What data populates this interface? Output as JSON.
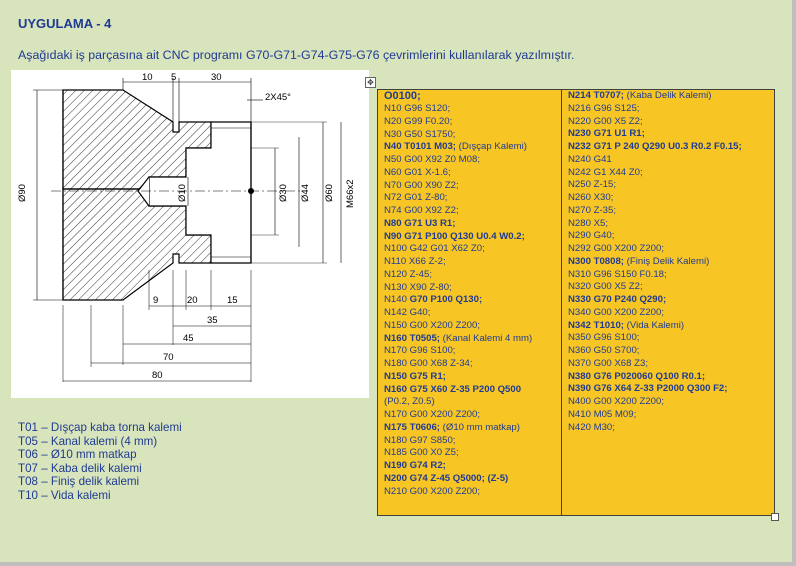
{
  "title": "UYGULAMA - 4",
  "subtitle": "Aşağıdaki iş parçasına ait CNC programı G70-G71-G74-G75-G76 çevrimlerini kullanılarak yazılmıştır.",
  "drawing": {
    "dims_top": [
      "10",
      "5",
      "30"
    ],
    "chamfer": "2X45°",
    "dims_vertical": [
      "Ø90",
      "Ø10",
      "Ø30",
      "Ø44",
      "Ø60",
      "M66x2"
    ],
    "dims_bottom": [
      "9",
      "20",
      "15",
      "35",
      "45",
      "70",
      "80"
    ]
  },
  "tools": [
    "T01 – Dışçap kaba torna kalemi",
    "T05 – Kanal kalemi (4 mm)",
    "T06 – Ø10 mm matkap",
    "T07 – Kaba delik kalemi",
    "T08 – Finiş delik kalemi",
    "T10 – Vida kalemi"
  ],
  "program_col1": [
    {
      "t": "O0100;",
      "b": true,
      "first": true
    },
    {
      "t": "N10 G96 S120;"
    },
    {
      "t": "N20 G99 F0.20;"
    },
    {
      "t": "N30 G50 S1750;"
    },
    {
      "t": "N40 T0101 M03;",
      "b": true,
      "c": " (Dışçap Kalemi)"
    },
    {
      "t": "N50 G00 X92 Z0 M08;"
    },
    {
      "t": "N60 G01 X-1.6;"
    },
    {
      "t": "N70 G00 X90 Z2;"
    },
    {
      "t": "N72 G01 Z-80;"
    },
    {
      "t": "N74 G00 X92 Z2;"
    },
    {
      "t": "N80 G71 U3 R1;",
      "b": true
    },
    {
      "t": "N90 G71 P100 Q130 U0.4 W0.2;",
      "b": true
    },
    {
      "t": "N100 G42 G01 X62 Z0;"
    },
    {
      "t": "N110 X66 Z-2;"
    },
    {
      "t": "N120 Z-45;"
    },
    {
      "t": "N130 X90 Z-80;"
    },
    {
      "t": "N140 ",
      "bt": "G70 P100 Q130;"
    },
    {
      "t": "N142 G40;"
    },
    {
      "t": "N150 G00 X200 Z200;"
    },
    {
      "t": "N160 T0505;",
      "b": true,
      "c": " (Kanal Kalemi 4 mm)"
    },
    {
      "t": "N170 G96 S100;"
    },
    {
      "t": "N180 G00 X68 Z-34;"
    },
    {
      "t": "N150 G75 R1;",
      "b": true
    },
    {
      "t": "N160  G75 X60 Z-35 P200  Q500",
      "b": true
    },
    {
      "t": "(P0.2, Z0.5)"
    },
    {
      "t": "N170 G00 X200 Z200;"
    },
    {
      "t": "N175 T0606;",
      "b": true,
      "c": " (Ø10 mm matkap)"
    },
    {
      "t": "N180 G97 S850;"
    },
    {
      "t": "N185 G00 X0 Z5;"
    },
    {
      "t": "N190 G74 R2;",
      "b": true
    },
    {
      "t": "N200 G74 Z-45 Q5000; (Z-5)",
      "b": true
    },
    {
      "t": "N210 G00 X200 Z200;"
    }
  ],
  "program_col2": [
    {
      "t": "N214 T0707;",
      "b": true,
      "c": " (Kaba Delik Kalemi)"
    },
    {
      "t": "N216 G96 S125;"
    },
    {
      "t": "N220 G00 X5 Z2;"
    },
    {
      "t": "N230 G71 U1 R1;",
      "b": true
    },
    {
      "t": "N232 G71 P 240 Q290 U0.3 R0.2 F0.15;",
      "b": true
    },
    {
      "t": "N240 G41"
    },
    {
      "t": "N242 G1 X44 Z0;"
    },
    {
      "t": "N250 Z-15;"
    },
    {
      "t": "N260 X30;"
    },
    {
      "t": "N270 Z-35;"
    },
    {
      "t": "N280 X5;"
    },
    {
      "t": "N290 G40;"
    },
    {
      "t": "N292 G00 X200 Z200;"
    },
    {
      "t": "N300 T0808;",
      "b": true,
      "c": " (Finiş Delik Kalemi)"
    },
    {
      "t": "N310 G96 S150 F0.18;"
    },
    {
      "t": "N320  G00 X5 Z2;"
    },
    {
      "t": "N330 G70 P240 Q290;",
      "b": true
    },
    {
      "t": "N340 G00 X200 Z200;"
    },
    {
      "t": "N342 T1010;",
      "b": true,
      "c": " (Vida Kalemi)"
    },
    {
      "t": "N350 G96 S100;"
    },
    {
      "t": "N360 G50 S700;"
    },
    {
      "t": "N370 G00 X68 Z3;"
    },
    {
      "t": "N380 G76 P020060 Q100 R0.1;",
      "b": true
    },
    {
      "t": "N390 G76 X64 Z-33 P2000 Q300 F2;",
      "b": true
    },
    {
      "t": "N400 G00 X200 Z200;"
    },
    {
      "t": "N410 M05 M09;"
    },
    {
      "t": "N420 M30;"
    }
  ]
}
